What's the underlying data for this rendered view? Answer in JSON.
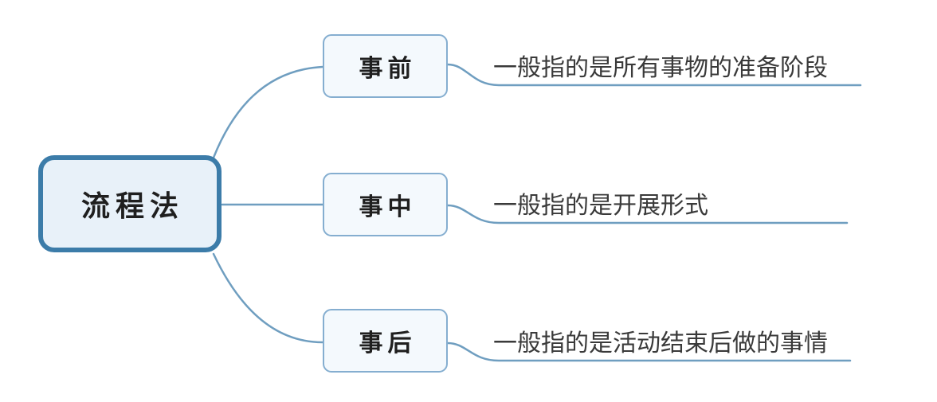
{
  "diagram": {
    "type": "mindmap",
    "root": {
      "label": "流程法"
    },
    "branches": [
      {
        "label": "事前",
        "note": "一般指的是所有事物的准备阶段"
      },
      {
        "label": "事中",
        "note": "一般指的是开展形式"
      },
      {
        "label": "事后",
        "note": "一般指的是活动结束后做的事情"
      }
    ],
    "colors": {
      "root_border": "#3c7ca9",
      "root_fill": "#e8f1f9",
      "branch_border": "#85aed0",
      "branch_fill": "#f4f9fd",
      "connector": "#6f9ec0",
      "label_text": "#1f1f1f",
      "note_text": "#3a3a3a",
      "background": "#ffffff"
    }
  }
}
